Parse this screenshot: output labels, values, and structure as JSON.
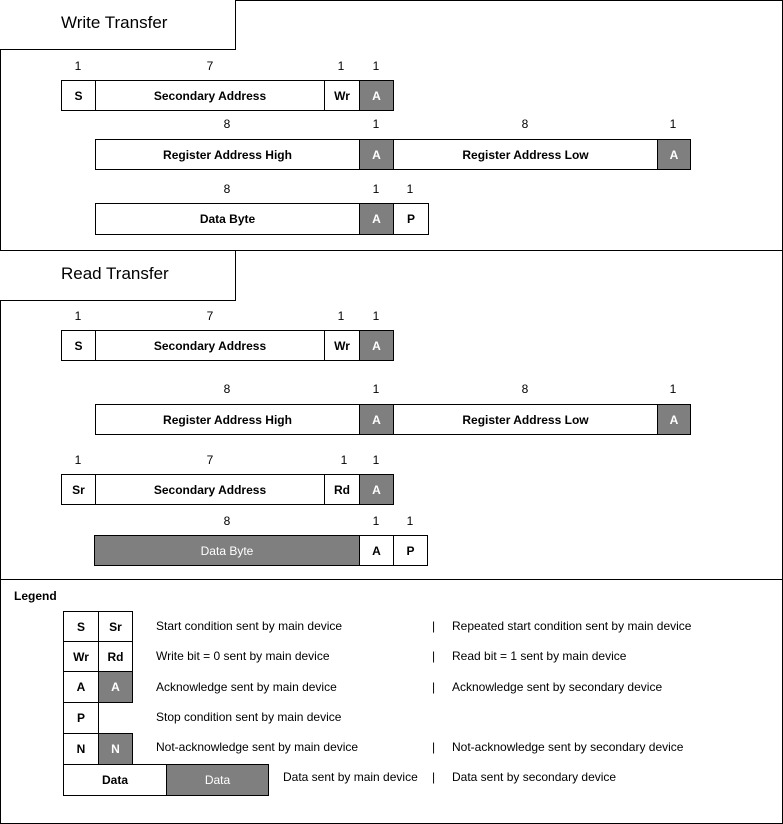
{
  "sections": {
    "write_title": "Write Transfer",
    "read_title": "Read Transfer",
    "legend_title": "Legend"
  },
  "fields": {
    "S": "S",
    "Sr": "Sr",
    "Wr": "Wr",
    "Rd": "Rd",
    "A": "A",
    "P": "P",
    "N": "N",
    "secondary_address": "Secondary Address",
    "reg_high": "Register Address High",
    "reg_low": "Register Address Low",
    "data_byte": "Data Byte",
    "data": "Data"
  },
  "bits": {
    "one": "1",
    "seven": "7",
    "eight": "8"
  },
  "legend": {
    "start_main": "Start condition sent by main device",
    "rstart_main": "Repeated start condition sent by main device",
    "write_bit": "Write bit = 0 sent by main device",
    "read_bit": "Read bit = 1 sent by main device",
    "ack_main": "Acknowledge sent by main device",
    "ack_secondary": "Acknowledge sent by secondary device",
    "stop_main": "Stop condition sent by main device",
    "nack_main": "Not-acknowledge sent by main device",
    "nack_secondary": "Not-acknowledge sent by secondary device",
    "data_main": "Data sent by main device",
    "data_secondary": "Data sent by secondary device",
    "separator": "|"
  },
  "colors": {
    "secondary_fill": "#7f7f7f",
    "main_fill": "#ffffff",
    "border": "#000000"
  }
}
